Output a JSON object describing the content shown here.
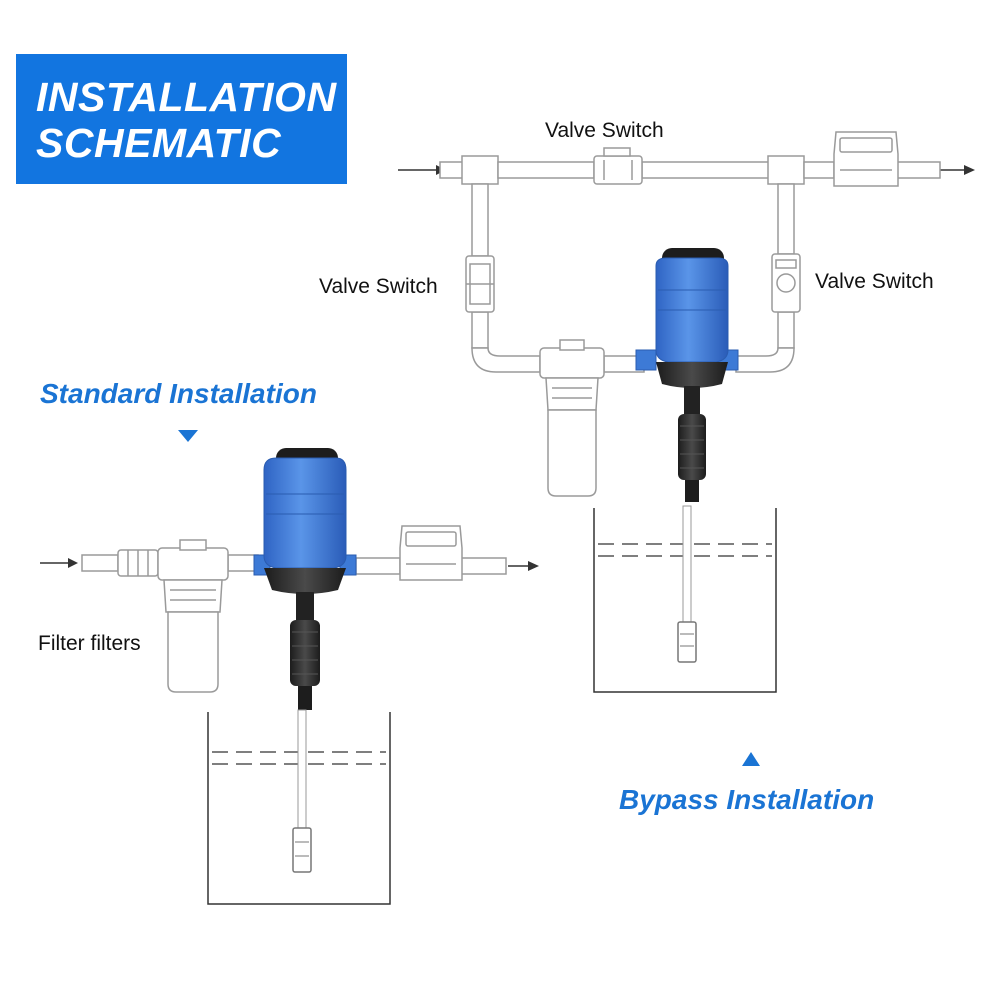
{
  "header": {
    "line1": "INSTALLATION",
    "line2": "SCHEMATIC"
  },
  "labels": {
    "valve_top": "Valve Switch",
    "valve_left": "Valve Switch",
    "valve_right": "Valve Switch",
    "filter": "Filter filters"
  },
  "sections": {
    "standard": "Standard Installation",
    "bypass": "Bypass Installation"
  },
  "colors": {
    "accent": "#1275e0",
    "injector_blue": "#3a7bd5",
    "pipe_outline": "#999999",
    "dark_part": "#2b2b2b"
  }
}
